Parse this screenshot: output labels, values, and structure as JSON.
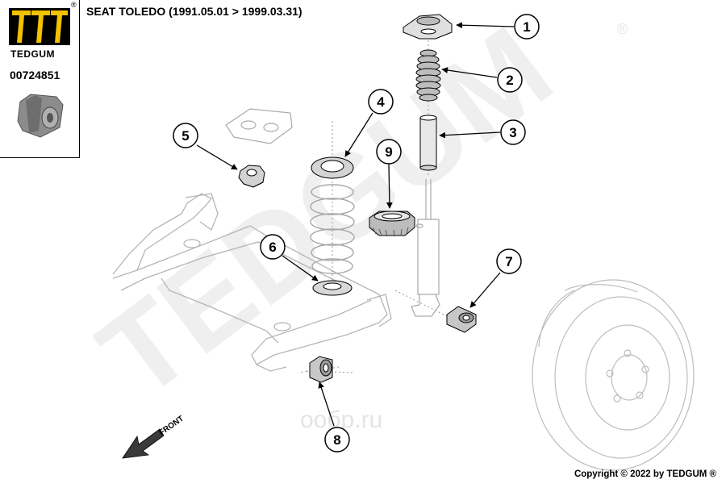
{
  "header": {
    "title": "SEAT TOLEDO (1991.05.01 > 1999.03.31)"
  },
  "logo": {
    "brand": "TEDGUM",
    "registered_mark": "®",
    "part_number": "00724851"
  },
  "watermark": {
    "text": "TEDGUM",
    "registered_mark": "®",
    "site": "ообр.ru"
  },
  "footer": {
    "copyright": "Copyright © 2022 by TEDGUM ®"
  },
  "direction_label": "FRONT",
  "callouts": [
    {
      "number": "1",
      "part": "strut-top-mount"
    },
    {
      "number": "2",
      "part": "bump-stop-boot"
    },
    {
      "number": "3",
      "part": "dust-cover-tube"
    },
    {
      "number": "4",
      "part": "upper-spring-seat"
    },
    {
      "number": "5",
      "part": "hex-nut"
    },
    {
      "number": "6",
      "part": "lower-spring-seat"
    },
    {
      "number": "7",
      "part": "shock-lower-bushing"
    },
    {
      "number": "8",
      "part": "axle-bushing"
    },
    {
      "number": "9",
      "part": "strut-bearing"
    }
  ],
  "colors": {
    "line": "#000000",
    "faint_line": "#bbbbbb",
    "part_fill": "#d9d9d9",
    "part_dark": "#8a8a8a",
    "watermark": "#efefef"
  }
}
